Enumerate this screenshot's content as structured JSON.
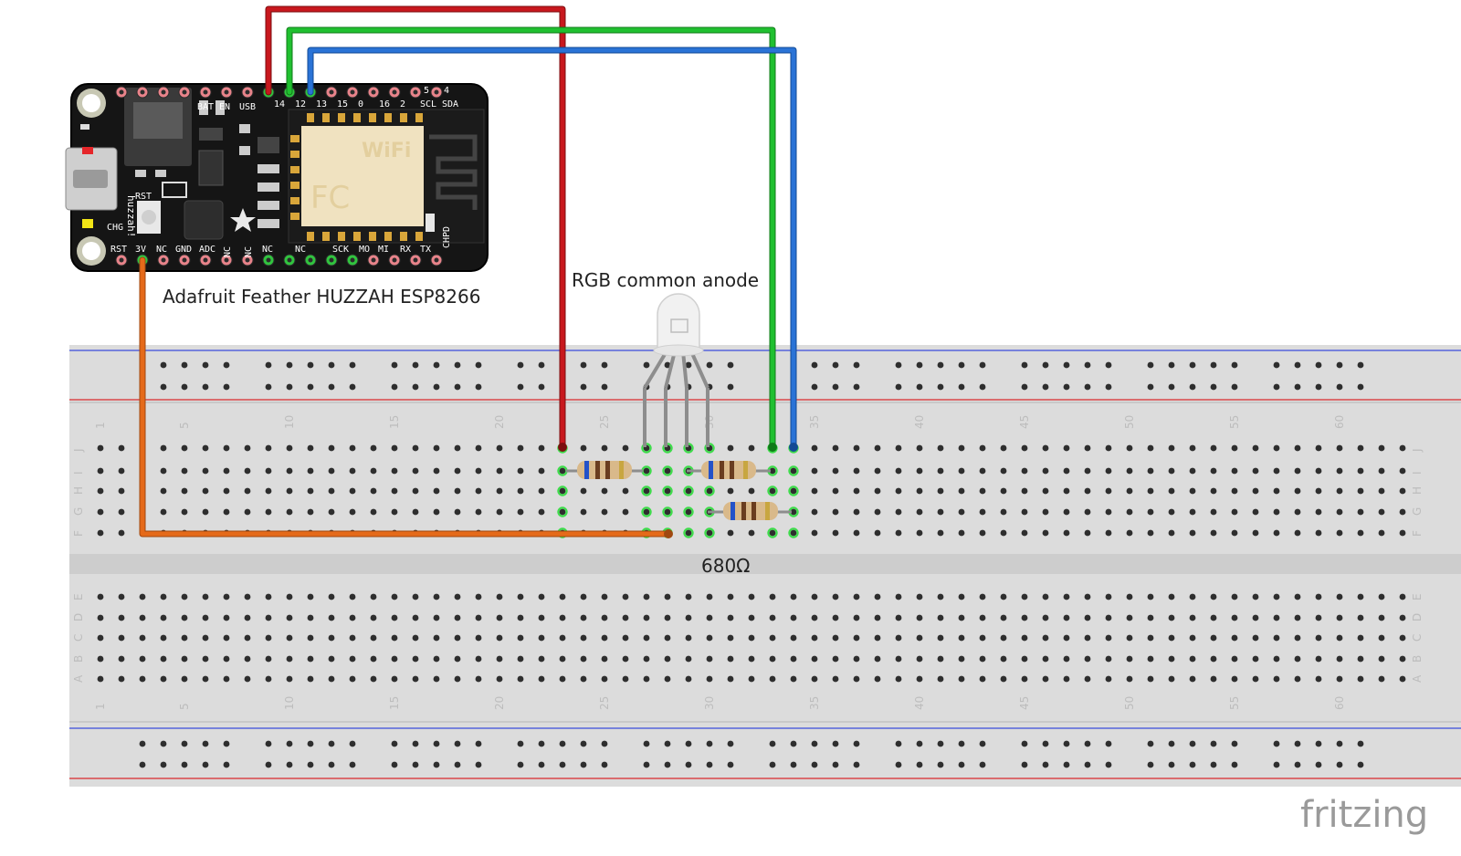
{
  "labels": {
    "board": "Adafruit Feather HUZZAH ESP8266",
    "led": "RGB common anode",
    "resistor": "680Ω",
    "watermark": "fritzing"
  },
  "board": {
    "top_pins": [
      "BAT",
      "EN",
      "USB",
      "14",
      "12",
      "13",
      "15",
      "0",
      "16",
      "2",
      "SCL",
      "SDA"
    ],
    "bottom_pins": [
      "RST",
      "3V",
      "NC",
      "GND",
      "ADC",
      "NC",
      "NC",
      "NC",
      "NC",
      "SCK",
      "MO",
      "MI",
      "RX",
      "TX",
      "CHPD"
    ],
    "marks": {
      "rst_button": "RST",
      "chg": "CHG",
      "huzzah": "huzzah!",
      "top_numbers": [
        "5",
        "4"
      ],
      "wifi": "WiFi",
      "fc": "FC"
    }
  },
  "breadboard": {
    "column_numbers": [
      "1",
      "5",
      "10",
      "15",
      "20",
      "25",
      "30",
      "35",
      "40",
      "45",
      "50",
      "55",
      "60"
    ],
    "rows_top": [
      "J",
      "I",
      "H",
      "G",
      "F"
    ],
    "rows_bottom": [
      "E",
      "D",
      "C",
      "B",
      "A"
    ]
  },
  "colors": {
    "red_wire": "#c8181e",
    "green_wire": "#20c030",
    "blue_wire": "#2a73d6",
    "orange_wire": "#e56a1a",
    "board": "#151515",
    "breadboard": "#dcdcdc"
  }
}
